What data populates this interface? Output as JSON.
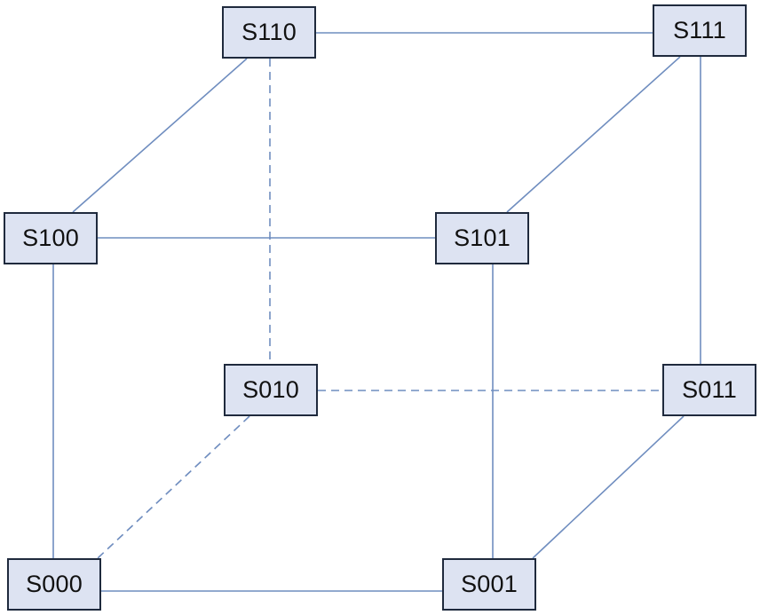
{
  "nodes": {
    "s000": "S000",
    "s001": "S001",
    "s010": "S010",
    "s011": "S011",
    "s100": "S100",
    "s101": "S101",
    "s110": "S110",
    "s111": "S111"
  },
  "edges": [
    {
      "from": "S110",
      "to": "S111",
      "style": "solid"
    },
    {
      "from": "S110",
      "to": "S100",
      "style": "solid"
    },
    {
      "from": "S111",
      "to": "S101",
      "style": "solid"
    },
    {
      "from": "S100",
      "to": "S101",
      "style": "solid"
    },
    {
      "from": "S111",
      "to": "S011",
      "style": "solid"
    },
    {
      "from": "S100",
      "to": "S000",
      "style": "solid"
    },
    {
      "from": "S101",
      "to": "S001",
      "style": "solid"
    },
    {
      "from": "S011",
      "to": "S001",
      "style": "solid"
    },
    {
      "from": "S000",
      "to": "S001",
      "style": "solid"
    },
    {
      "from": "S110",
      "to": "S010",
      "style": "dashed"
    },
    {
      "from": "S010",
      "to": "S011",
      "style": "dashed"
    },
    {
      "from": "S010",
      "to": "S000",
      "style": "dashed"
    }
  ],
  "colors": {
    "edge": "#6f8dbf",
    "node_fill": "#dde3f2",
    "node_border": "#1f2a3d",
    "text": "#111111"
  }
}
